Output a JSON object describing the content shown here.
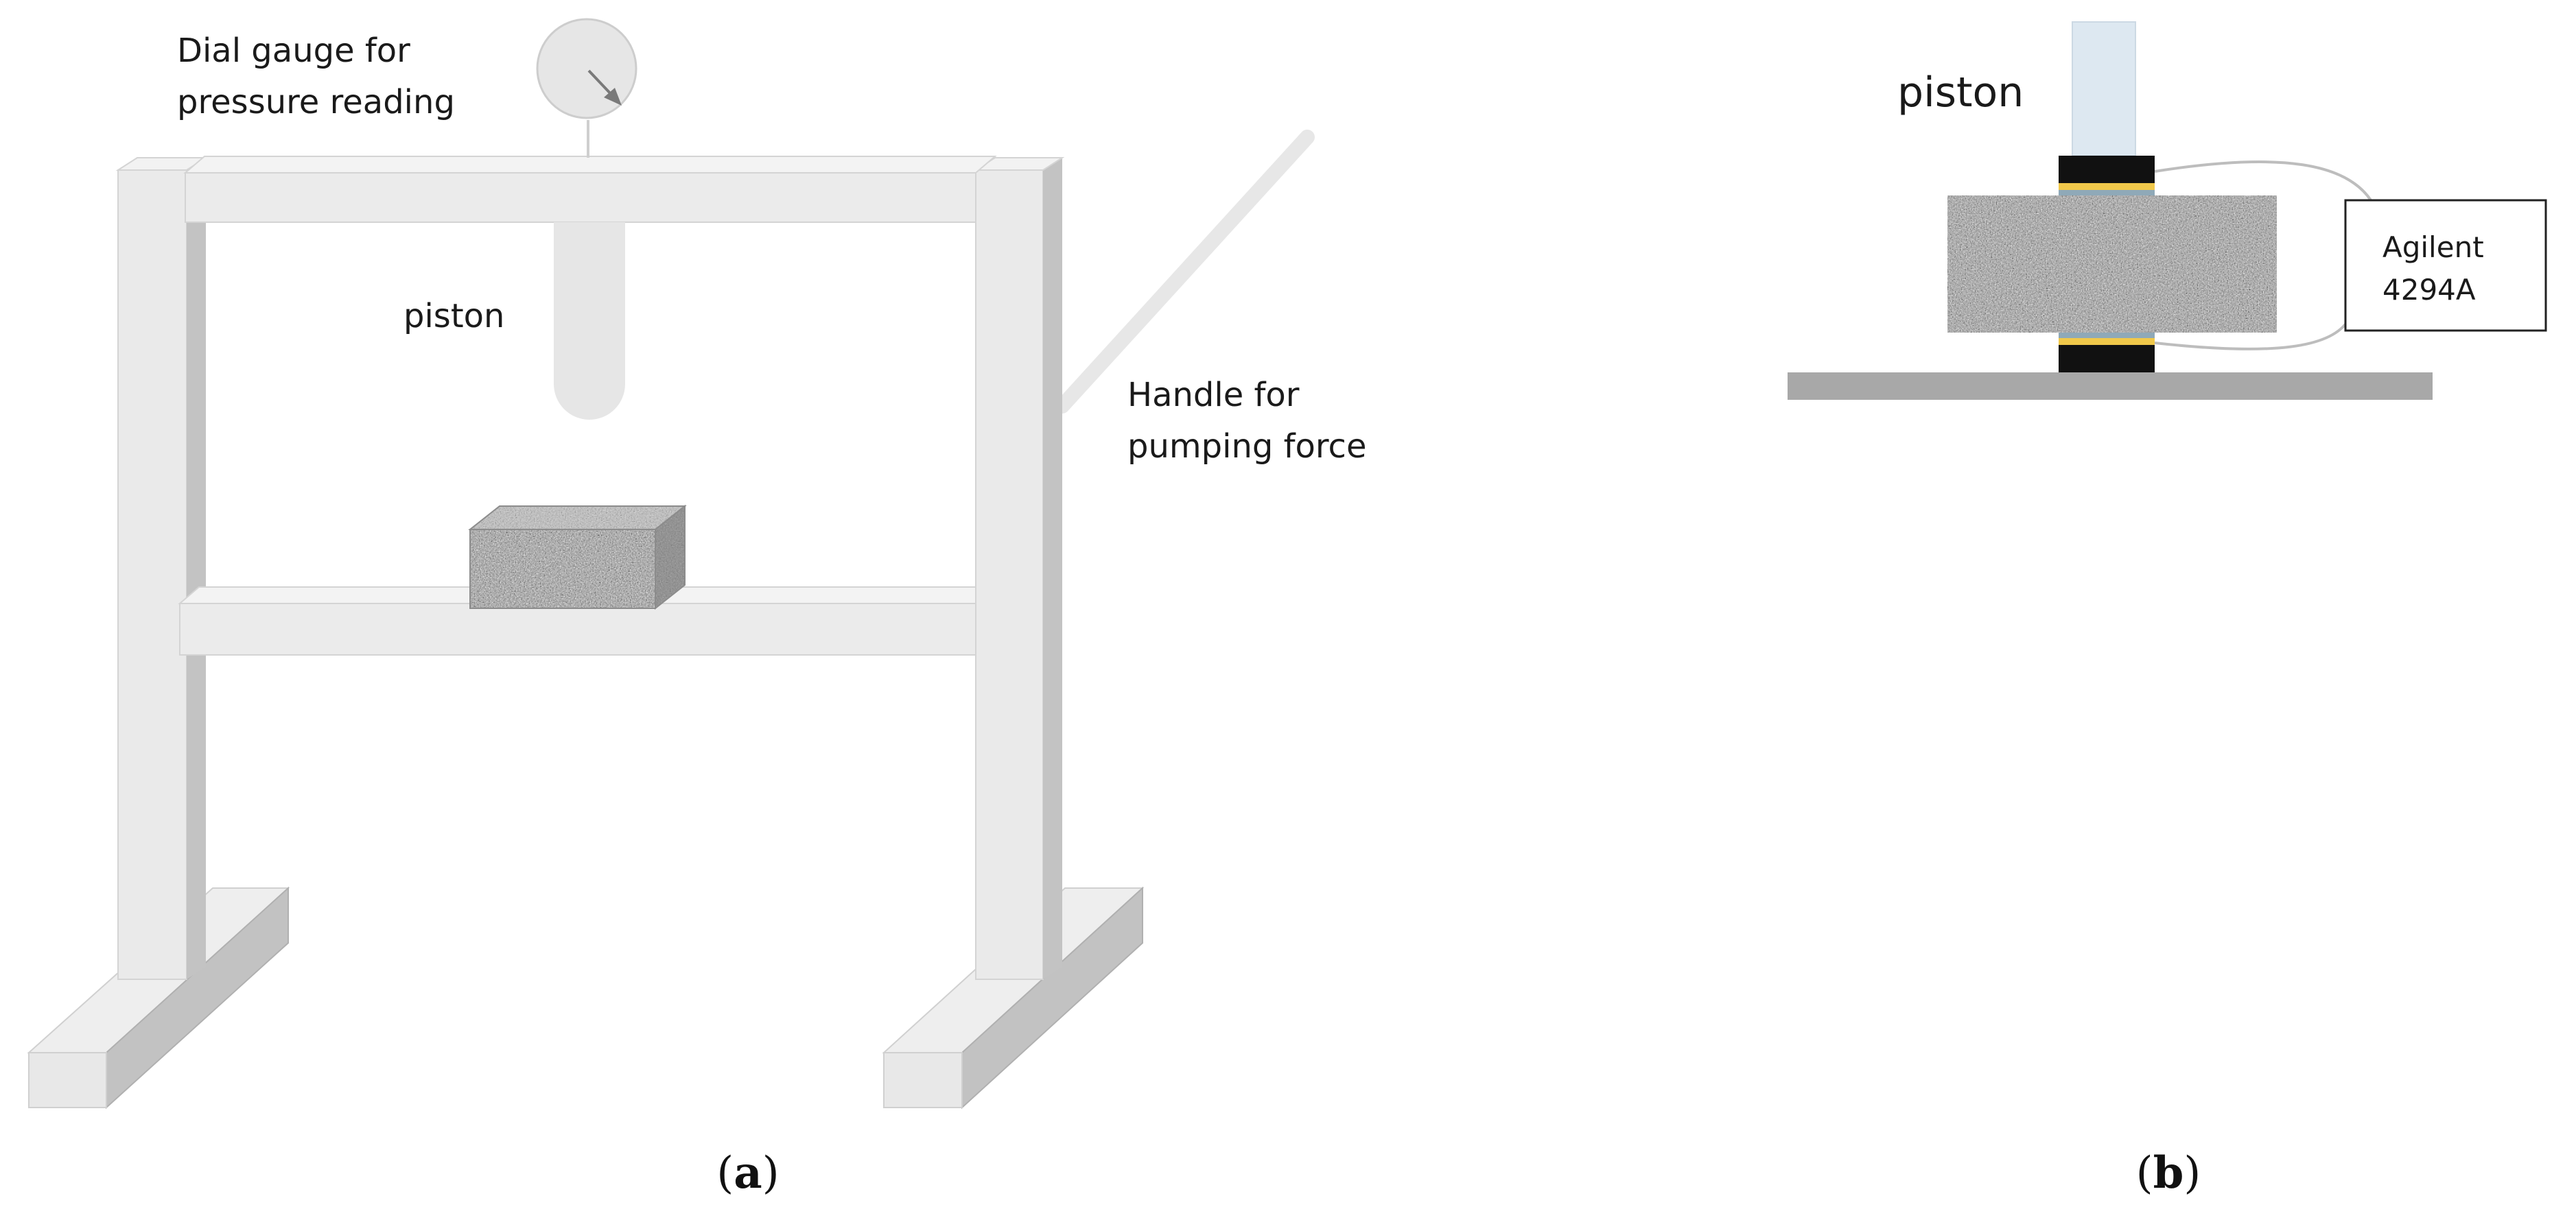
{
  "panel_a": {
    "labels": {
      "dial_gauge_line1": "Dial gauge for",
      "dial_gauge_line2": "pressure reading",
      "piston": "piston",
      "handle_line1": "Handle for",
      "handle_line2": "pumping force"
    },
    "caption_letter": "a"
  },
  "panel_b": {
    "labels": {
      "piston": "piston",
      "instrument_line1": "Agilent",
      "instrument_line2": "4294A"
    },
    "caption_letter": "b"
  },
  "caption_parens": {
    "open": "(",
    "close": ")"
  },
  "colors": {
    "frame_light": "#eaeaea",
    "frame_side": "#c4c4c4",
    "frame_edge": "#d2d2d2",
    "piston_a": "#e6e6e6",
    "piston_b": "#dde8f1",
    "electrode": "#111111",
    "electrode_gold": "#f0c84a",
    "base_plate": "#a8a8a8",
    "wire": "#bdbdbd"
  }
}
